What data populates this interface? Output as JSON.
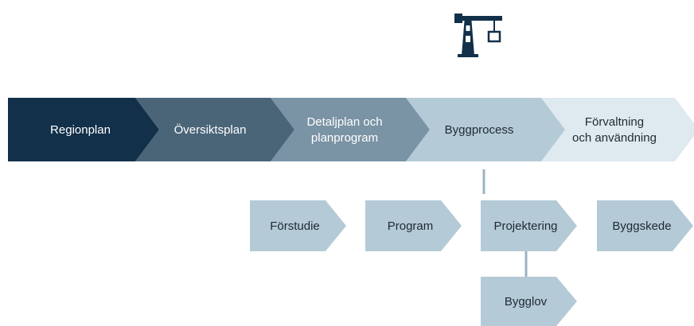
{
  "icon": {
    "name": "crane-icon",
    "color": "#12304a"
  },
  "phases": [
    {
      "id": "regionplan",
      "lines": [
        "Regionplan"
      ],
      "fill": "#12304a",
      "text_color": "#ffffff"
    },
    {
      "id": "oversiktsplan",
      "lines": [
        "Översiktsplan"
      ],
      "fill": "#4a6478",
      "text_color": "#ffffff"
    },
    {
      "id": "detaljplan",
      "lines": [
        "Detaljplan och",
        "planprogram"
      ],
      "fill": "#7a93a5",
      "text_color": "#ffffff"
    },
    {
      "id": "byggprocess",
      "lines": [
        "Byggprocess"
      ],
      "fill": "#b4cad7",
      "text_color": "#1f2a33"
    },
    {
      "id": "forvaltning",
      "lines": [
        "Förvaltning",
        "och användning"
      ],
      "fill": "#dfe9f0",
      "text_color": "#1f2a33"
    }
  ],
  "steps": [
    {
      "id": "forstudie",
      "label": "Förstudie"
    },
    {
      "id": "program",
      "label": "Program"
    },
    {
      "id": "projektering",
      "label": "Projektering"
    },
    {
      "id": "byggskede",
      "label": "Byggskede"
    }
  ],
  "sub_step": {
    "id": "bygglov",
    "label": "Bygglov"
  },
  "colors": {
    "step_fill": "#b4cad7",
    "step_text": "#1f2a33",
    "connector": "#9ab3c3"
  }
}
